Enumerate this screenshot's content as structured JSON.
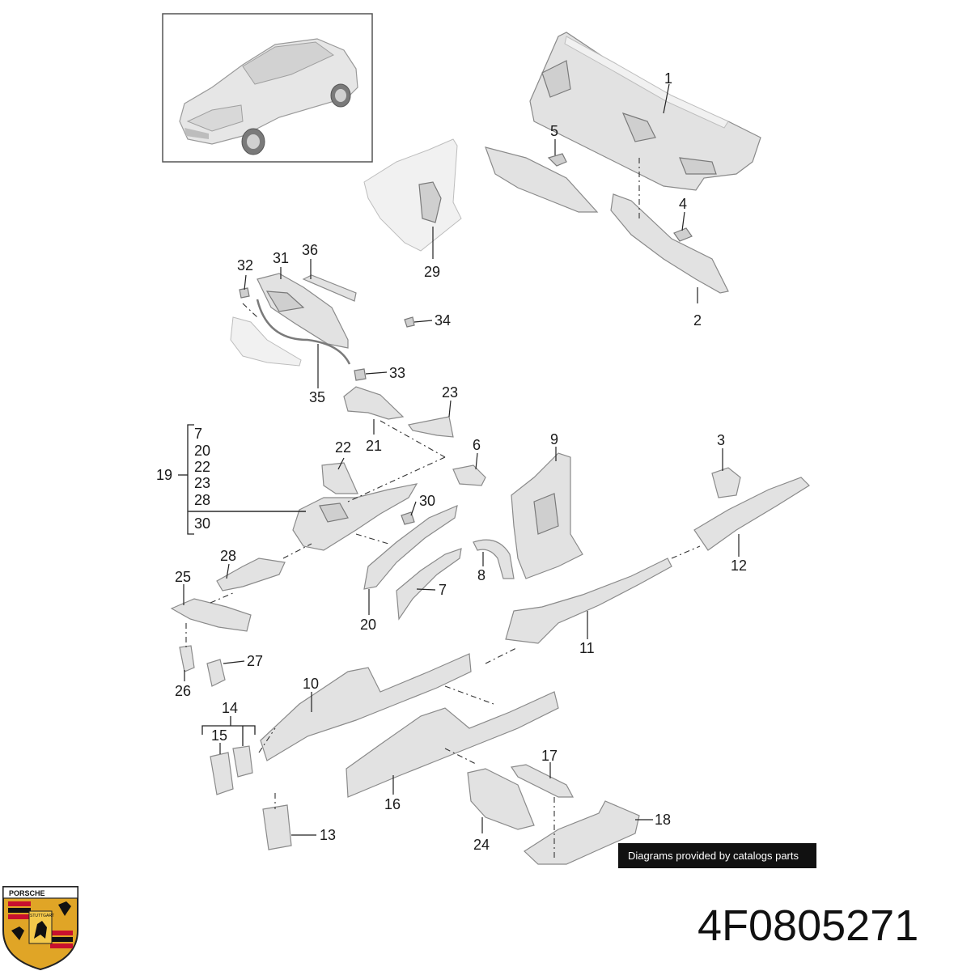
{
  "callouts": {
    "c1": "1",
    "c2": "2",
    "c3": "3",
    "c4": "4",
    "c5": "5",
    "c6": "6",
    "c7": "7",
    "c8": "8",
    "c9": "9",
    "c10": "10",
    "c11": "11",
    "c12": "12",
    "c13": "13",
    "c14": "14",
    "c15": "15",
    "c16": "16",
    "c17": "17",
    "c18": "18",
    "c19": "19",
    "c20": "20",
    "c21": "21",
    "c22": "22",
    "c23": "23",
    "c24": "24",
    "c25": "25",
    "c26": "26",
    "c27": "27",
    "c28": "28",
    "c29": "29",
    "c30": "30",
    "c31": "31",
    "c32": "32",
    "c33": "33",
    "c34": "34",
    "c35": "35",
    "c36": "36"
  },
  "group19": {
    "label": "19",
    "members": [
      "7",
      "20",
      "22",
      "23",
      "28",
      "30"
    ]
  },
  "credit": "Diagrams provided by catalogs parts",
  "part_number": "4F0805271",
  "logo": {
    "brand": "PORSCHE",
    "city": "STUTTGART"
  },
  "colors": {
    "part_fill": "#e2e2e2",
    "part_stroke": "#8a8a8a",
    "crest_red": "#c8102e",
    "crest_gold": "#e0a526"
  }
}
